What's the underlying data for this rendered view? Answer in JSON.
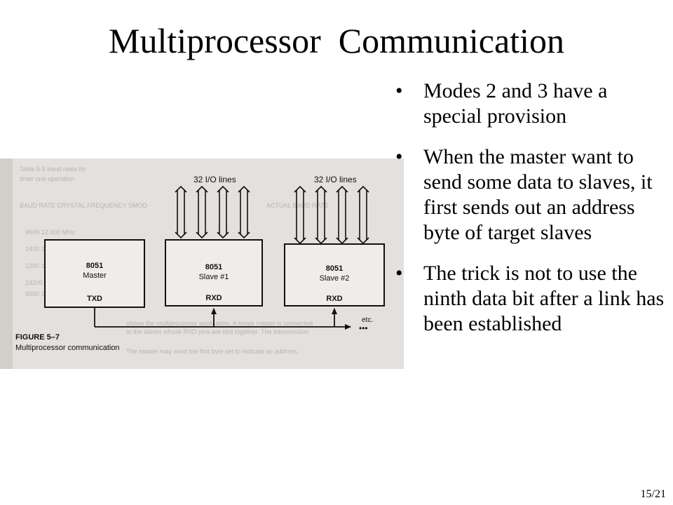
{
  "slide": {
    "title": "Multiprocessor  Communication",
    "page_number": "15/21"
  },
  "bullets": [
    "Modes 2 and 3 have a special provision",
    "When the master want to send some data to slaves, it first sends out an address byte of target slaves",
    "The trick is not to use the ninth data bit after a link has been established"
  ],
  "figure": {
    "caption_title": "FIGURE 5–7",
    "caption_text": "Multiprocessor communication",
    "io_label_1": "32 I/O lines",
    "io_label_2": "32 I/O lines",
    "master": {
      "chip": "8051",
      "role": "Master",
      "pin": "TXD"
    },
    "slave1": {
      "chip": "8051",
      "role": "Slave #1",
      "pin": "RXD"
    },
    "slave2": {
      "chip": "8051",
      "role": "Slave #2",
      "pin": "RXD"
    },
    "bus_etc": "etc."
  }
}
